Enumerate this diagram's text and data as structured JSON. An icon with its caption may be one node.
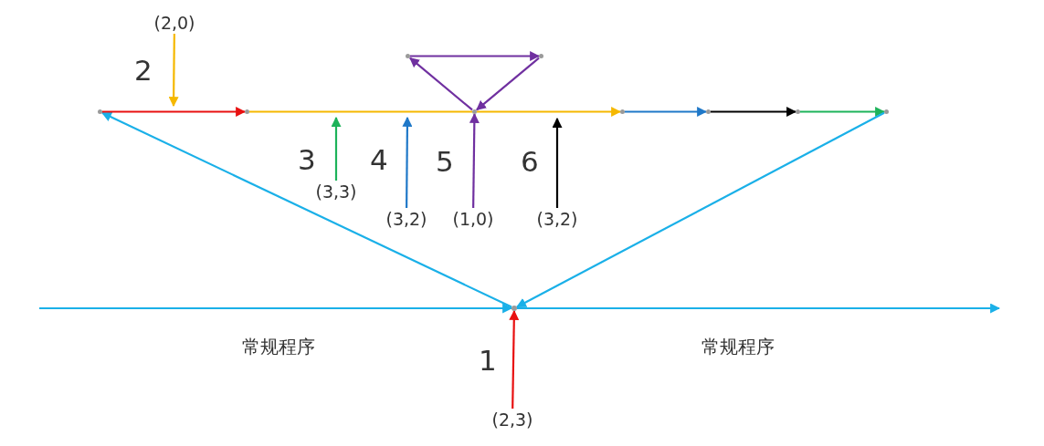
{
  "diagram": {
    "nodes": [
      {
        "text": [
          "(2,3)"
        ]
      },
      {
        "text": [
          "(2,0)"
        ]
      },
      {
        "text": [
          "(3,3)"
        ]
      },
      {
        "text": [
          "(3,2)"
        ]
      },
      {
        "text": [
          "(1,0)"
        ]
      },
      {
        "text": [
          "(3,2)"
        ]
      },
      {
        "text": [],
        "shape": "dot"
      },
      {
        "text": [],
        "shape": "dot"
      },
      {
        "text": [],
        "shape": "dot"
      },
      {
        "text": [],
        "shape": "dot"
      },
      {
        "text": [],
        "shape": "dot"
      },
      {
        "text": [],
        "shape": "dot"
      },
      {
        "text": [],
        "shape": "dot"
      },
      {
        "text": [],
        "shape": "dot"
      },
      {
        "text": [],
        "shape": "dot"
      },
      {
        "text": [],
        "shape": "dot"
      }
    ],
    "edges": [
      {
        "from": null,
        "to": 10,
        "arrow": "to"
      },
      {
        "from": 10,
        "to": null,
        "arrow": "to"
      },
      {
        "from": 10,
        "to": 6,
        "arrow": "to"
      },
      {
        "from": 6,
        "to": 7,
        "arrow": "to",
        "color": "#e81010"
      },
      {
        "from": 7,
        "to": 9,
        "arrow": "none",
        "color": "#f5b800"
      },
      {
        "from": 9,
        "to": 12,
        "arrow": "to",
        "color": "#f5b800"
      },
      {
        "from": 12,
        "to": 13,
        "arrow": "to",
        "color": "#1f78c8"
      },
      {
        "from": 13,
        "to": 14,
        "arrow": "to",
        "color": "#000000"
      },
      {
        "from": 14,
        "to": 15,
        "arrow": "to",
        "color": "#1db35a"
      },
      {
        "from": 15,
        "to": 10,
        "arrow": "to"
      },
      {
        "from": 9,
        "to": 8,
        "arrow": "to",
        "color": "#7030a0"
      },
      {
        "from": 8,
        "to": 11,
        "arrow": "to",
        "color": "#7030a0"
      },
      {
        "from": 11,
        "to": 9,
        "arrow": "to",
        "color": "#7030a0"
      },
      {
        "from": 1,
        "to": null,
        "arrow": "to",
        "color": "#f5b800"
      },
      {
        "from": 2,
        "to": null,
        "arrow": "to",
        "color": "#1db35a"
      },
      {
        "from": 3,
        "to": null,
        "arrow": "to",
        "color": "#1f78c8"
      },
      {
        "from": 4,
        "to": 9,
        "arrow": "to",
        "color": "#7030a0"
      },
      {
        "from": 5,
        "to": null,
        "arrow": "to",
        "color": "#000000"
      },
      {
        "from": 0,
        "to": 10,
        "arrow": "to",
        "color": "#e81010"
      }
    ],
    "labels": [
      "2",
      "3",
      "4",
      "5",
      "6",
      "常规程序",
      "1",
      "常规程序"
    ]
  }
}
